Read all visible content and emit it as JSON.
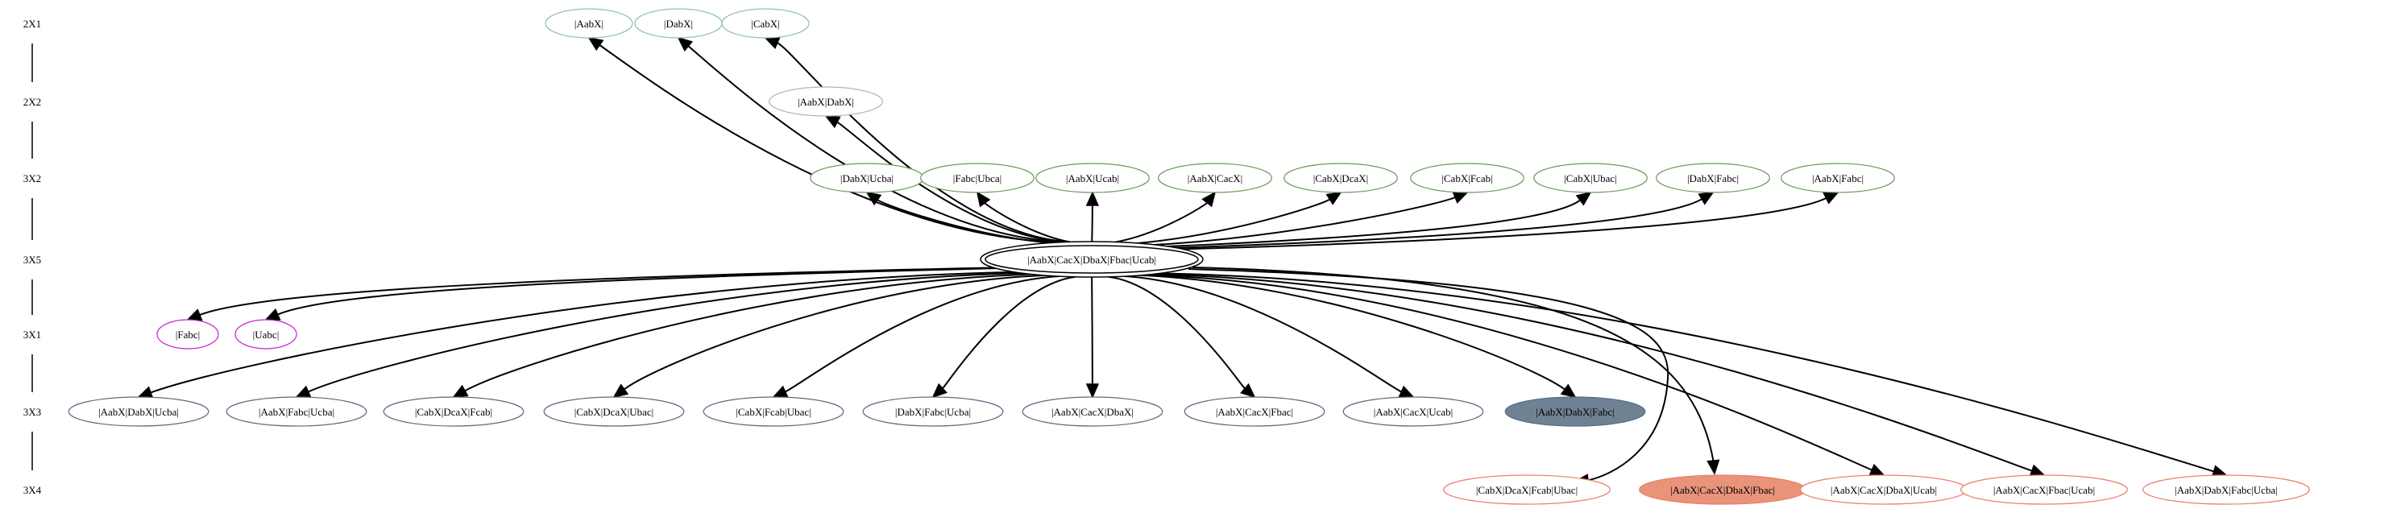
{
  "diagram": {
    "type": "directed-graph",
    "colors": {
      "background": "#ffffff",
      "edge": "#000000",
      "rank_2X1": "#8fbfb5",
      "rank_2X2": "#b3b3b3",
      "rank_3X2": "#6a9a5e",
      "rank_3X5": "#000000",
      "rank_3X1": "#c81fc8",
      "rank_3X3": "#5a6b80",
      "rank_3X3_highlight_fill": "#6e8294",
      "rank_3X4": "#e8806b",
      "rank_3X4_highlight_fill": "#e8937a"
    },
    "ranks": [
      {
        "id": "r1",
        "label": "2X1"
      },
      {
        "id": "r2",
        "label": "2X2"
      },
      {
        "id": "r3",
        "label": "3X2"
      },
      {
        "id": "r4",
        "label": "3X5"
      },
      {
        "id": "r5",
        "label": "3X1"
      },
      {
        "id": "r6",
        "label": "3X3"
      },
      {
        "id": "r7",
        "label": "3X4"
      }
    ],
    "center": {
      "id": "c",
      "label": "|AabX|CacX|DbaX|Fbac|Ucab|",
      "rank": "3X5",
      "shape": "doublecircle"
    },
    "nodes": [
      {
        "id": "n1",
        "label": "|AabX|",
        "rank": "2X1"
      },
      {
        "id": "n2",
        "label": "|DabX|",
        "rank": "2X1"
      },
      {
        "id": "n3",
        "label": "|CabX|",
        "rank": "2X1"
      },
      {
        "id": "n4",
        "label": "|AabX|DabX|",
        "rank": "2X2"
      },
      {
        "id": "n5",
        "label": "|DabX|Ucba|",
        "rank": "3X2"
      },
      {
        "id": "n6",
        "label": "|Fabc|Ubca|",
        "rank": "3X2"
      },
      {
        "id": "n7",
        "label": "|AabX|Ucab|",
        "rank": "3X2"
      },
      {
        "id": "n8",
        "label": "|AabX|CacX|",
        "rank": "3X2"
      },
      {
        "id": "n9",
        "label": "|CabX|DcaX|",
        "rank": "3X2"
      },
      {
        "id": "n10",
        "label": "|CabX|Fcab|",
        "rank": "3X2"
      },
      {
        "id": "n11",
        "label": "|CabX|Ubac|",
        "rank": "3X2"
      },
      {
        "id": "n12",
        "label": "|DabX|Fabc|",
        "rank": "3X2"
      },
      {
        "id": "n13",
        "label": "|AabX|Fabc|",
        "rank": "3X2"
      },
      {
        "id": "n14",
        "label": "|Fabc|",
        "rank": "3X1"
      },
      {
        "id": "n15",
        "label": "|Uabc|",
        "rank": "3X1"
      },
      {
        "id": "n16",
        "label": "|AabX|DabX|Ucba|",
        "rank": "3X3"
      },
      {
        "id": "n17",
        "label": "|AabX|Fabc|Ucba|",
        "rank": "3X3"
      },
      {
        "id": "n18",
        "label": "|CabX|DcaX|Fcab|",
        "rank": "3X3"
      },
      {
        "id": "n19",
        "label": "|CabX|DcaX|Ubac|",
        "rank": "3X3"
      },
      {
        "id": "n20",
        "label": "|CabX|Fcab|Ubac|",
        "rank": "3X3"
      },
      {
        "id": "n21",
        "label": "|DabX|Fabc|Ucba|",
        "rank": "3X3"
      },
      {
        "id": "n22",
        "label": "|AabX|CacX|DbaX|",
        "rank": "3X3"
      },
      {
        "id": "n23",
        "label": "|AabX|CacX|Fbac|",
        "rank": "3X3"
      },
      {
        "id": "n24",
        "label": "|AabX|CacX|Ucab|",
        "rank": "3X3"
      },
      {
        "id": "n25",
        "label": "|AabX|DabX|Fabc|",
        "rank": "3X3",
        "highlight": true
      },
      {
        "id": "n26",
        "label": "|CabX|DcaX|Fcab|Ubac|",
        "rank": "3X4"
      },
      {
        "id": "n27",
        "label": "|AabX|CacX|DbaX|Fbac|",
        "rank": "3X4",
        "highlight": true
      },
      {
        "id": "n28",
        "label": "|AabX|CacX|DbaX|Ucab|",
        "rank": "3X4"
      },
      {
        "id": "n29",
        "label": "|AabX|CacX|Fbac|Ucab|",
        "rank": "3X4"
      },
      {
        "id": "n30",
        "label": "|AabX|DabX|Fabc|Ucba|",
        "rank": "3X4"
      }
    ],
    "edges": [
      {
        "from": "c",
        "to": "n1"
      },
      {
        "from": "c",
        "to": "n2"
      },
      {
        "from": "c",
        "to": "n3"
      },
      {
        "from": "c",
        "to": "n4"
      },
      {
        "from": "c",
        "to": "n5"
      },
      {
        "from": "c",
        "to": "n6"
      },
      {
        "from": "c",
        "to": "n7"
      },
      {
        "from": "c",
        "to": "n8"
      },
      {
        "from": "c",
        "to": "n9"
      },
      {
        "from": "c",
        "to": "n10"
      },
      {
        "from": "c",
        "to": "n11"
      },
      {
        "from": "c",
        "to": "n12"
      },
      {
        "from": "c",
        "to": "n13"
      },
      {
        "from": "c",
        "to": "n14"
      },
      {
        "from": "c",
        "to": "n15"
      },
      {
        "from": "c",
        "to": "n16"
      },
      {
        "from": "c",
        "to": "n17"
      },
      {
        "from": "c",
        "to": "n18"
      },
      {
        "from": "c",
        "to": "n19"
      },
      {
        "from": "c",
        "to": "n20"
      },
      {
        "from": "c",
        "to": "n21"
      },
      {
        "from": "c",
        "to": "n22"
      },
      {
        "from": "c",
        "to": "n23"
      },
      {
        "from": "c",
        "to": "n24"
      },
      {
        "from": "c",
        "to": "n25"
      },
      {
        "from": "c",
        "to": "n26"
      },
      {
        "from": "c",
        "to": "n27"
      },
      {
        "from": "c",
        "to": "n28"
      },
      {
        "from": "c",
        "to": "n29"
      },
      {
        "from": "c",
        "to": "n30"
      }
    ]
  }
}
